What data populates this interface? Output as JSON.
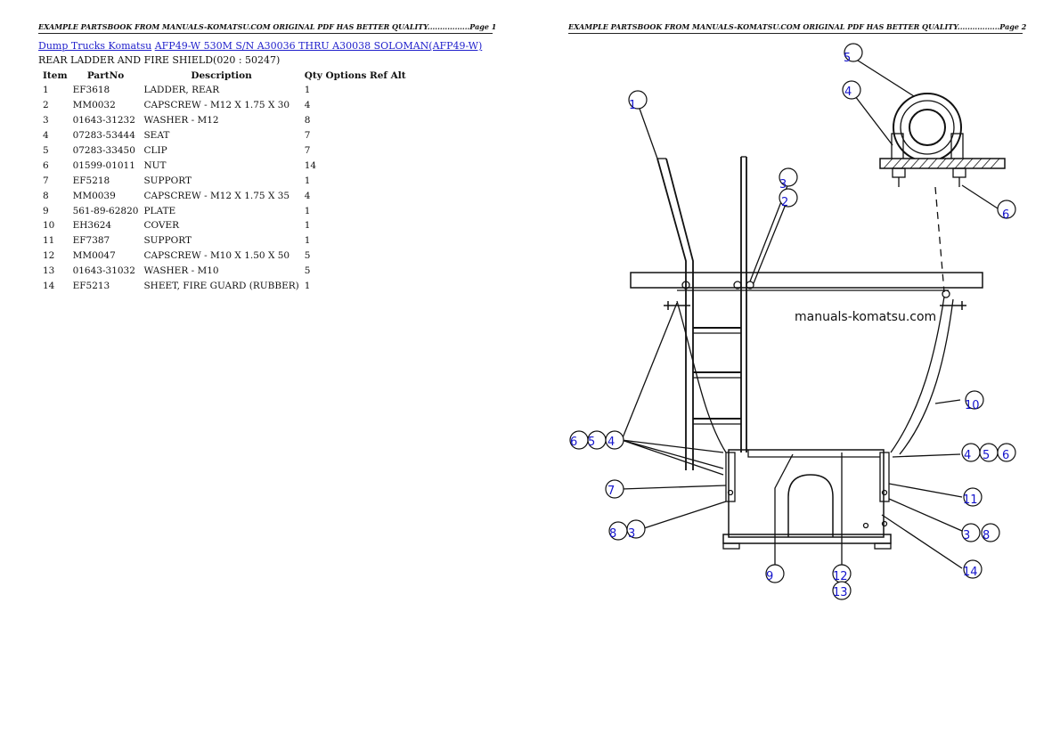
{
  "header": {
    "page1": "EXAMPLE PARTSBOOK FROM MANUALS-KOMATSU.COM ORIGINAL PDF HAS BETTER QUALITY.................Page 1",
    "page2": "EXAMPLE PARTSBOOK FROM MANUALS-KOMATSU.COM ORIGINAL PDF HAS BETTER QUALITY.................Page 2"
  },
  "breadcrumb": {
    "link1": "Dump Trucks Komatsu",
    "link2": "AFP49-W 530M S/N A30036 THRU A30038 SOLOMAN(AFP49-W)"
  },
  "section_title": "REAR LADDER AND FIRE SHIELD(020 : 50247)",
  "table": {
    "headers": [
      "Item",
      "PartNo",
      "Description",
      "Qty Options Ref Alt"
    ],
    "rows": [
      [
        "1",
        "EF3618",
        "LADDER, REAR",
        "1"
      ],
      [
        "2",
        "MM0032",
        "CAPSCREW - M12 X 1.75 X 30",
        "4"
      ],
      [
        "3",
        "01643-31232",
        "WASHER - M12",
        "8"
      ],
      [
        "4",
        "07283-53444",
        "SEAT",
        "7"
      ],
      [
        "5",
        "07283-33450",
        "CLIP",
        "7"
      ],
      [
        "6",
        "01599-01011",
        "NUT",
        "14"
      ],
      [
        "7",
        "EF5218",
        "SUPPORT",
        "1"
      ],
      [
        "8",
        "MM0039",
        "CAPSCREW - M12 X 1.75 X 35",
        "4"
      ],
      [
        "9",
        "561-89-62820",
        "PLATE",
        "1"
      ],
      [
        "10",
        "EH3624",
        "COVER",
        "1"
      ],
      [
        "11",
        "EF7387",
        "SUPPORT",
        "1"
      ],
      [
        "12",
        "MM0047",
        "CAPSCREW - M10 X 1.50 X 50",
        "5"
      ],
      [
        "13",
        "01643-31032",
        "WASHER - M10",
        "5"
      ],
      [
        "14",
        "EF5213",
        "SHEET, FIRE GUARD (RUBBER)",
        "1"
      ]
    ]
  },
  "diagram": {
    "watermark": "manuals-komatsu.com",
    "callouts": {
      "c1": "1",
      "c2": "2",
      "c3": "3",
      "c3b": "3",
      "c3c": "3",
      "c4a": "4",
      "c4b": "4",
      "c4c": "4",
      "c5a": "5",
      "c5b": "5",
      "c5c": "5",
      "c6a": "6",
      "c6b": "6",
      "c6c": "6",
      "c7": "7",
      "c8a": "8",
      "c8b": "8",
      "c9": "9",
      "c10": "10",
      "c11": "11",
      "c12": "12",
      "c13": "13",
      "c14": "14"
    }
  }
}
